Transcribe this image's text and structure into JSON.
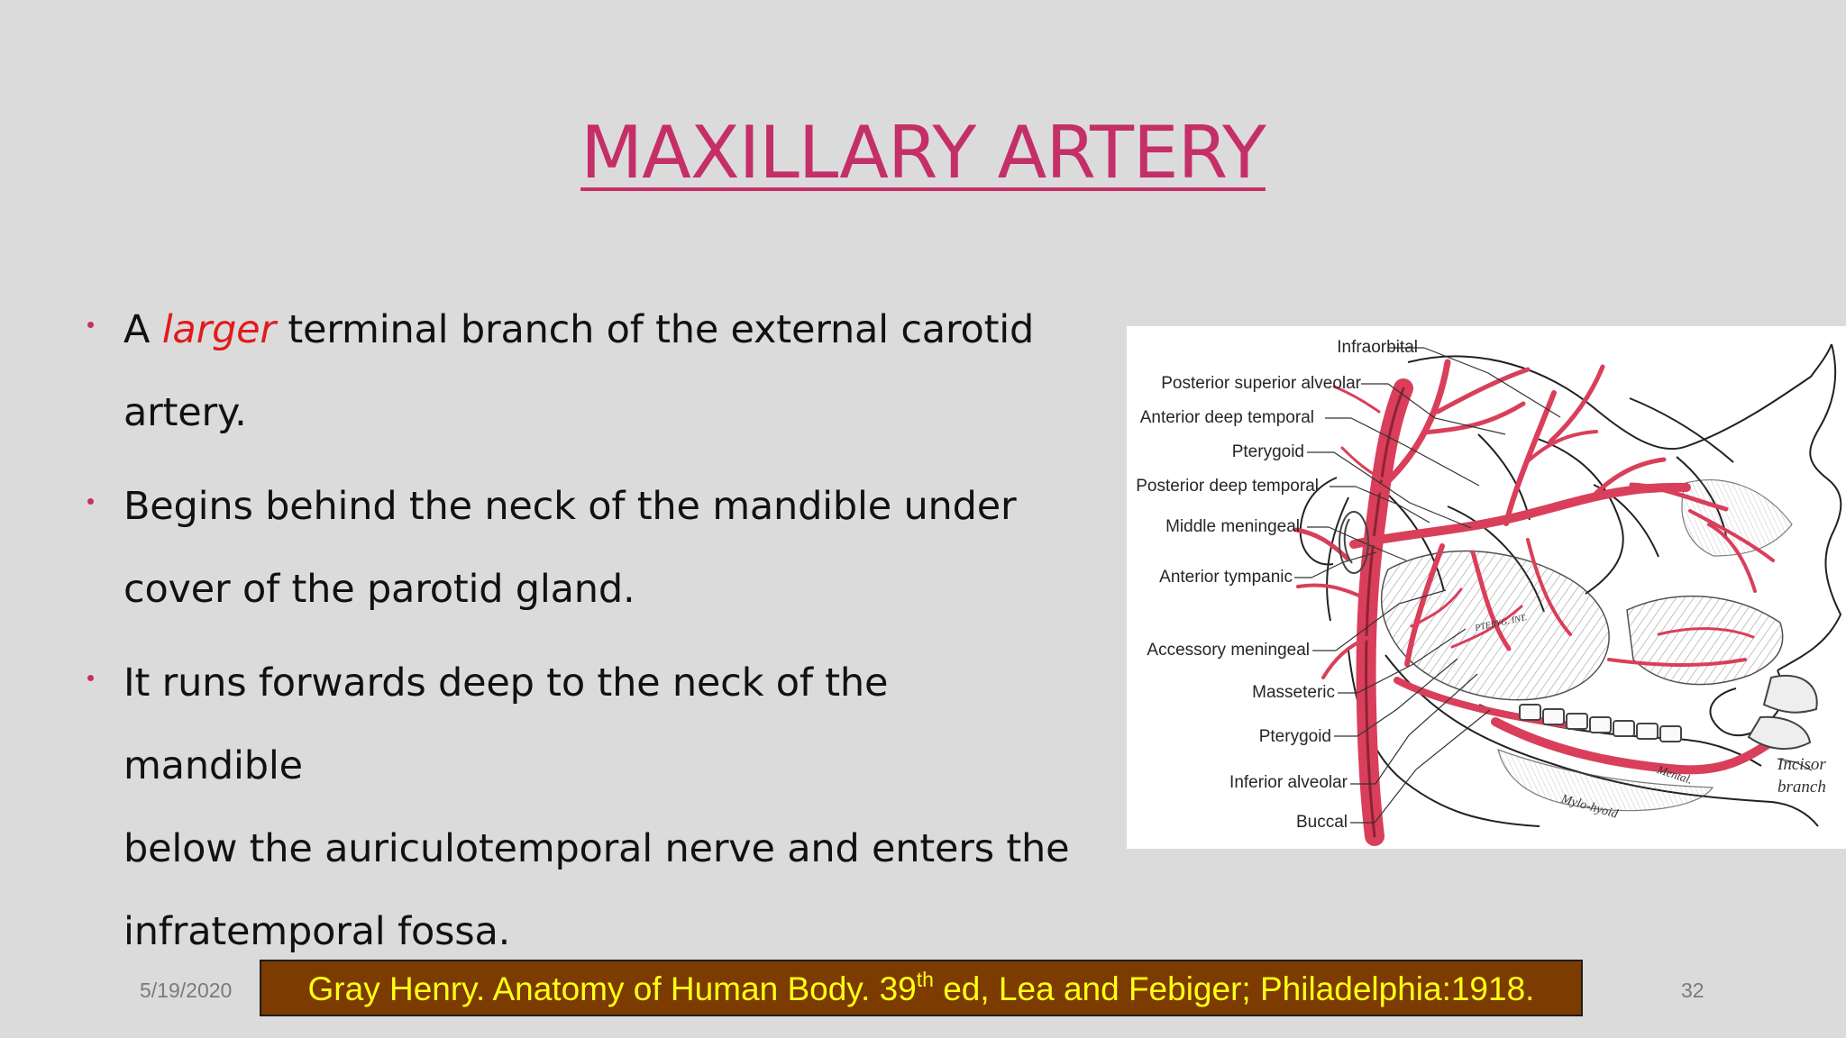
{
  "slide": {
    "title": "MAXILLARY ARTERY",
    "bullets": [
      {
        "before": "A ",
        "emphasis": "larger",
        "after": " terminal branch of the external carotid",
        "continuation": "artery."
      },
      {
        "text": "Begins behind the neck of the mandible under",
        "continuation": "cover of the parotid gland."
      },
      {
        "text": "It runs forwards deep to the neck of the mandible",
        "continuation": "below the auriculotemporal nerve and enters the",
        "continuation_2": "infratemporal fossa."
      }
    ],
    "figure_labels": {
      "infraorbital": "Infraorbital",
      "posterior_superior_alveolar": "Posterior superior alveolar",
      "anterior_deep_temporal": "Anterior deep temporal",
      "pterygoid_upper": "Pterygoid",
      "posterior_deep_temporal": "Posterior deep temporal",
      "middle_meningeal": "Middle meningeal",
      "anterior_tympanic": "Anterior tympanic",
      "accessory_meningeal": "Accessory meningeal",
      "masseteric": "Masseteric",
      "pterygoid_lower": "Pterygoid",
      "inferior_alveolar": "Inferior alveolar",
      "buccal": "Buccal",
      "incisor": "Incisor",
      "branch": "branch",
      "mental": "Mental.",
      "mylo_hyoid": "Mylo-hyoid",
      "ptery_int": "PTERYG. INT."
    },
    "footer": {
      "date": "5/19/2020",
      "citation_before": "Gray Henry. Anatomy of Human Body. 39",
      "citation_superscript": "th",
      "citation_after": " ed, Lea and Febiger; Philadelphia:1918.",
      "page_number": "32"
    }
  },
  "colors": {
    "background": "#dcdbdc",
    "accent": "#c42f68",
    "emphasis": "#e21b1b",
    "citation_background": "#7c3b00",
    "citation_text": "#ffff15",
    "artery": "#d93f5a"
  }
}
